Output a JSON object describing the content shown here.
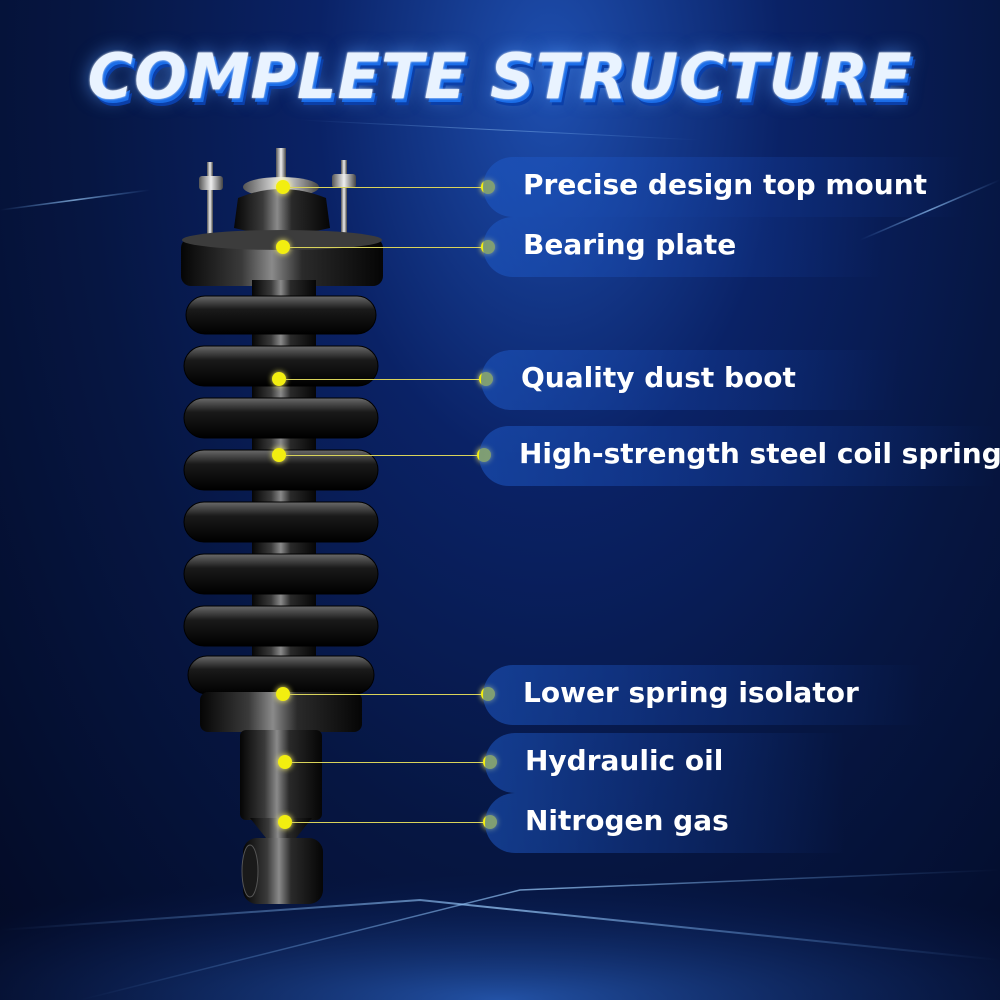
{
  "title": "COMPLETE STRUCTURE",
  "accent_color": "#f2ee10",
  "callouts": [
    {
      "label": "Precise design top mount"
    },
    {
      "label": "Bearing plate"
    },
    {
      "label": "Quality dust boot"
    },
    {
      "label": "High-strength steel coil spring"
    },
    {
      "label": "Lower spring isolator"
    },
    {
      "label": "Hydraulic oil"
    },
    {
      "label": "Nitrogen gas"
    }
  ]
}
